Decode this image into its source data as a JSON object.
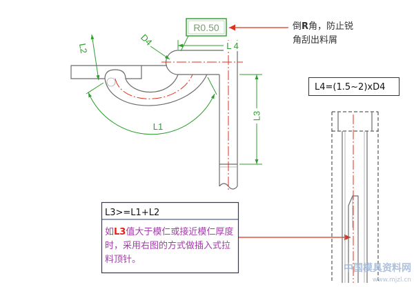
{
  "diagram": {
    "radius_label": "R0.50",
    "note": {
      "line1_prefix": "倒",
      "line1_highlight": "R",
      "line1_rest": "角，防止锐",
      "line2": "角刮出料屑"
    },
    "dimensions": {
      "d4": "D4",
      "l2": "L2",
      "l4": "L 4",
      "l3": "L3",
      "l1": "L1"
    },
    "formula": "L4=(1.5~2)xD4",
    "condition": {
      "title": "L3>=L1+L2",
      "line1_prefix": "如",
      "line1_highlight": "L3",
      "line1_rest": "值大于模仁或接近模仁厚度",
      "line2": "时，采用右图的方式做插入式拉",
      "line3": "料顶针。"
    }
  },
  "watermark": {
    "name": "中国模具资料网",
    "url": "www.mjzl.cn"
  },
  "colors": {
    "dimension": "#2e9e2e",
    "centerline": "#e0301e",
    "outline": "#6b6b6b",
    "note_text": "#a23ca8",
    "highlight": "#e0201a",
    "box_border": "#2b3a6b",
    "watermark": "#9fb6d6",
    "radius_text": "#7d9b74"
  }
}
